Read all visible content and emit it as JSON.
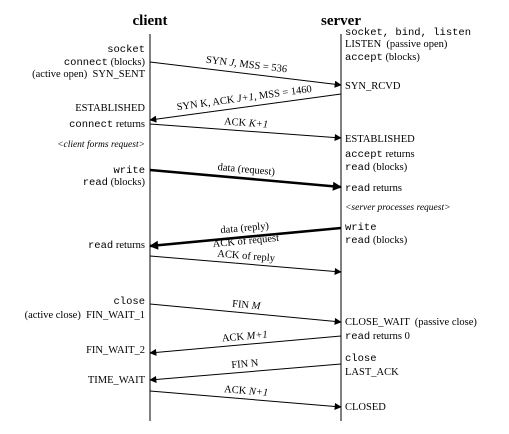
{
  "headers": {
    "client": "client",
    "server": "server"
  },
  "client_labels": [
    {
      "id": "c-socket",
      "parts": [
        {
          "t": "socket",
          "f": "mono"
        }
      ]
    },
    {
      "id": "c-connect",
      "parts": [
        {
          "t": "connect",
          "f": "mono"
        },
        {
          "t": " (blocks)",
          "f": "serif"
        }
      ]
    },
    {
      "id": "c-active-open",
      "parts": [
        {
          "t": "(active open)  SYN_SENT",
          "f": "serif"
        }
      ]
    },
    {
      "id": "c-established",
      "parts": [
        {
          "t": "ESTABLISHED",
          "f": "serif"
        }
      ]
    },
    {
      "id": "c-connect-returns",
      "parts": [
        {
          "t": "connect",
          "f": "mono"
        },
        {
          "t": " returns",
          "f": "serif"
        }
      ]
    },
    {
      "id": "c-forms-request",
      "parts": [
        {
          "t": "<client forms request>",
          "f": "serif",
          "i": true
        }
      ]
    },
    {
      "id": "c-write",
      "parts": [
        {
          "t": "write",
          "f": "mono"
        }
      ]
    },
    {
      "id": "c-read-blocks",
      "parts": [
        {
          "t": "read",
          "f": "mono"
        },
        {
          "t": " (blocks)",
          "f": "serif"
        }
      ]
    },
    {
      "id": "c-read-returns",
      "parts": [
        {
          "t": "read",
          "f": "mono"
        },
        {
          "t": " returns",
          "f": "serif"
        }
      ]
    },
    {
      "id": "c-close",
      "parts": [
        {
          "t": "close",
          "f": "mono"
        }
      ]
    },
    {
      "id": "c-active-close",
      "parts": [
        {
          "t": "(active close)  FIN_WAIT_1",
          "f": "serif"
        }
      ]
    },
    {
      "id": "c-fin-wait-2",
      "parts": [
        {
          "t": "FIN_WAIT_2",
          "f": "serif"
        }
      ]
    },
    {
      "id": "c-time-wait",
      "parts": [
        {
          "t": "TIME_WAIT",
          "f": "serif"
        }
      ]
    }
  ],
  "server_labels": [
    {
      "id": "s-socket-bind-listen",
      "parts": [
        {
          "t": "socket, bind, listen",
          "f": "mono"
        }
      ]
    },
    {
      "id": "s-listen",
      "parts": [
        {
          "t": "LISTEN  (passive open)",
          "f": "serif"
        }
      ]
    },
    {
      "id": "s-accept-blocks",
      "parts": [
        {
          "t": "accept",
          "f": "mono"
        },
        {
          "t": " (blocks)",
          "f": "serif"
        }
      ]
    },
    {
      "id": "s-syn-rcvd",
      "parts": [
        {
          "t": "SYN_RCVD",
          "f": "serif"
        }
      ]
    },
    {
      "id": "s-established",
      "parts": [
        {
          "t": "ESTABLISHED",
          "f": "serif"
        }
      ]
    },
    {
      "id": "s-accept-returns",
      "parts": [
        {
          "t": "accept",
          "f": "mono"
        },
        {
          "t": " returns",
          "f": "serif"
        }
      ]
    },
    {
      "id": "s-read-blocks",
      "parts": [
        {
          "t": "read",
          "f": "mono"
        },
        {
          "t": " (blocks)",
          "f": "serif"
        }
      ]
    },
    {
      "id": "s-read-returns",
      "parts": [
        {
          "t": "read",
          "f": "mono"
        },
        {
          "t": " returns",
          "f": "serif"
        }
      ]
    },
    {
      "id": "s-processes-request",
      "parts": [
        {
          "t": "<server processes request>",
          "f": "serif",
          "i": true
        }
      ]
    },
    {
      "id": "s-write",
      "parts": [
        {
          "t": "write",
          "f": "mono"
        }
      ]
    },
    {
      "id": "s-read-blocks-2",
      "parts": [
        {
          "t": "read",
          "f": "mono"
        },
        {
          "t": " (blocks)",
          "f": "serif"
        }
      ]
    },
    {
      "id": "s-close-wait",
      "parts": [
        {
          "t": "CLOSE_WAIT  (passive close)",
          "f": "serif"
        }
      ]
    },
    {
      "id": "s-read-returns-0",
      "parts": [
        {
          "t": "read",
          "f": "mono"
        },
        {
          "t": " returns 0",
          "f": "serif"
        }
      ]
    },
    {
      "id": "s-close",
      "parts": [
        {
          "t": "close",
          "f": "mono"
        }
      ]
    },
    {
      "id": "s-last-ack",
      "parts": [
        {
          "t": "LAST_ACK",
          "f": "serif"
        }
      ]
    },
    {
      "id": "s-closed",
      "parts": [
        {
          "t": "CLOSED",
          "f": "serif"
        }
      ]
    }
  ],
  "messages": [
    {
      "id": "msg-syn-j",
      "dir": "to-server",
      "bold": false,
      "labels": [
        [
          {
            "t": "SYN ",
            "f": "serif"
          },
          {
            "t": "J",
            "f": "serif",
            "i": true
          },
          {
            "t": ", MSS = 536",
            "f": "serif"
          }
        ]
      ]
    },
    {
      "id": "msg-syn-k-ack",
      "dir": "to-client",
      "bold": false,
      "labels": [
        [
          {
            "t": "SYN K, ACK ",
            "f": "serif"
          },
          {
            "t": "J+1",
            "f": "serif",
            "i": true
          },
          {
            "t": ", MSS = 1460",
            "f": "serif"
          }
        ]
      ]
    },
    {
      "id": "msg-ack-k1",
      "dir": "to-server",
      "bold": false,
      "labels": [
        [
          {
            "t": "ACK ",
            "f": "serif"
          },
          {
            "t": "K+1",
            "f": "serif",
            "i": true
          }
        ]
      ]
    },
    {
      "id": "msg-data-request",
      "dir": "to-server",
      "bold": true,
      "labels": [
        [
          {
            "t": "data (request)",
            "f": "serif"
          }
        ]
      ]
    },
    {
      "id": "msg-data-reply",
      "dir": "to-client",
      "bold": true,
      "labels": [
        [
          {
            "t": "data (reply)",
            "f": "serif"
          }
        ],
        [
          {
            "t": "ACK of request",
            "f": "serif"
          }
        ]
      ]
    },
    {
      "id": "msg-ack-reply",
      "dir": "to-server",
      "bold": false,
      "labels": [
        [
          {
            "t": "ACK of reply",
            "f": "serif"
          }
        ]
      ]
    },
    {
      "id": "msg-fin-m",
      "dir": "to-server",
      "bold": false,
      "labels": [
        [
          {
            "t": "FIN ",
            "f": "serif"
          },
          {
            "t": "M",
            "f": "serif",
            "i": true
          }
        ]
      ]
    },
    {
      "id": "msg-ack-m1",
      "dir": "to-client",
      "bold": false,
      "labels": [
        [
          {
            "t": "ACK ",
            "f": "serif"
          },
          {
            "t": "M+1",
            "f": "serif",
            "i": true
          }
        ]
      ]
    },
    {
      "id": "msg-fin-n",
      "dir": "to-client",
      "bold": false,
      "labels": [
        [
          {
            "t": "FIN N",
            "f": "serif"
          }
        ]
      ]
    },
    {
      "id": "msg-ack-n1",
      "dir": "to-server",
      "bold": false,
      "labels": [
        [
          {
            "t": "ACK ",
            "f": "serif"
          },
          {
            "t": "N+1",
            "f": "serif",
            "i": true
          }
        ]
      ]
    }
  ]
}
